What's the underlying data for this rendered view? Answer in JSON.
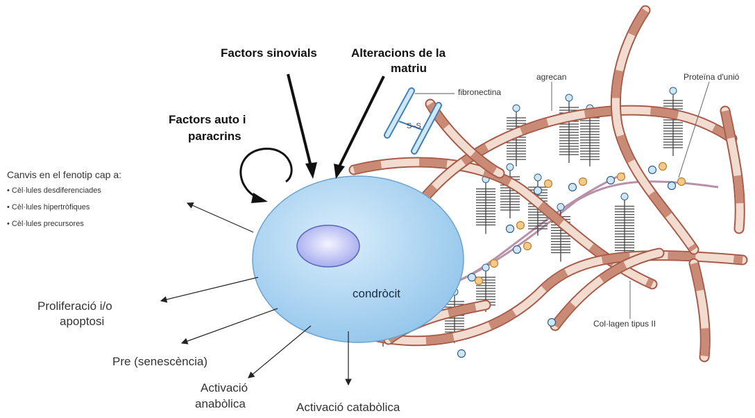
{
  "labels": {
    "factors_sinovials": "Factors sinovials",
    "alteracions_line1": "Alteracions de la",
    "alteracions_line2": "matriu",
    "factors_auto_line1": "Factors auto i",
    "factors_auto_line2": "paracrins",
    "fibronectina": "fibronectina",
    "agrecan": "agrecan",
    "proteina_unio": "Proteïna d'unió",
    "canvis_title": "Canvis en el fenotip cap a:",
    "canvis_items": [
      "• Cèl·lules desdiferenciades",
      "• Cèl·lules hipertròfiques",
      "• Cèl·lules precursores"
    ],
    "proliferacio_line1": "Proliferació i/o",
    "proliferacio_line2": "apoptosi",
    "pre_senescencia": "Pre (senescència)",
    "activacio_anabolica_line1": "Activació",
    "activacio_anabolica_line2": "anabòlica",
    "activacio_catabolica": "Activació catabòlica",
    "condrocit": "condròcit",
    "collagen": "Col·lagen tipus II",
    "disulfide": "S–S"
  },
  "colors": {
    "cell_fill": "#a9d4f2",
    "nucleus_fill": "#c4c8f4",
    "collagen_fill": "#f2dcd0",
    "collagen_stroke": "#a85a48",
    "collagen_band": "#c98a76",
    "node_blue": "#cfe6f5",
    "node_orange": "#f5c98a",
    "fibronectin": "#6fa8d6"
  }
}
